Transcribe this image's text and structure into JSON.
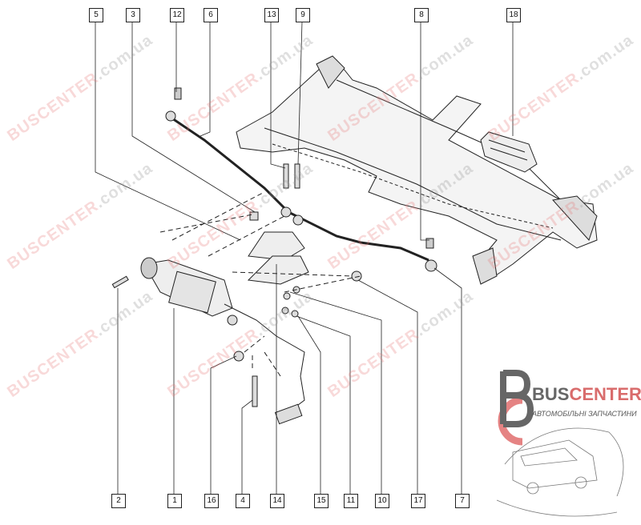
{
  "watermark": {
    "brand": "BUSCENTER",
    "domain": ".com.ua"
  },
  "callouts": {
    "top": [
      "5",
      "3",
      "12",
      "6",
      "13",
      "9",
      "8",
      "18"
    ],
    "bottom": [
      "2",
      "1",
      "16",
      "4",
      "14",
      "15",
      "11",
      "10",
      "17",
      "7"
    ]
  },
  "logo": {
    "brand_part1": "BUS",
    "brand_part2": "CENTER",
    "subtitle": "АВТОМОБІЛЬНІ ЗАПЧАСТИНИ"
  }
}
